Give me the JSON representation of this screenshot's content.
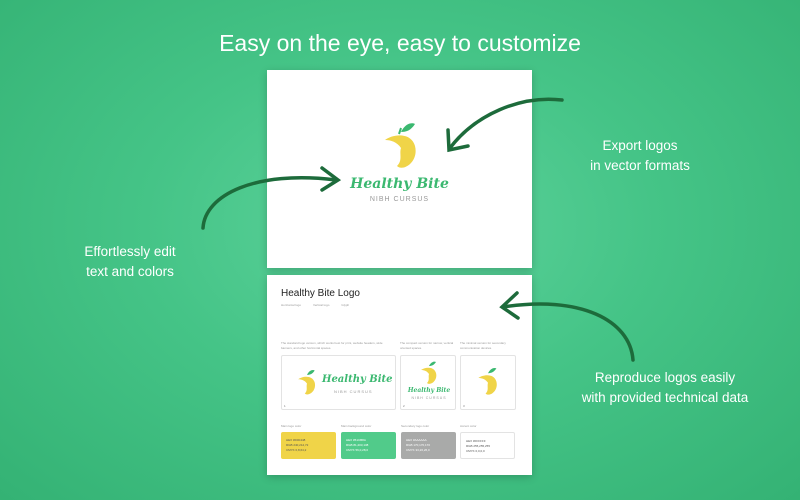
{
  "headline": "Easy on the eye, easy to customize",
  "notes": {
    "export": [
      "Export logos",
      "in vector formats"
    ],
    "edit": [
      "Effortlessly edit",
      "text and colors"
    ],
    "reproduce": [
      "Reproduce logos easily",
      "with provided technical data"
    ]
  },
  "logo": {
    "name": "Healthy Bite",
    "tagline": "NIBH CURSUS"
  },
  "doc": {
    "title": "Healthy Bite Logo",
    "nav": [
      "Horizontal logo",
      "Vertical logo",
      "Glyph"
    ],
    "descriptions": [
      "The standard logo version, which works best for print, website headers, wide banners, and other horizontal spaces.",
      "The compact version for narrow, vertical oriented spaces.",
      "The minimal version for secondary communication devices."
    ],
    "numbers": [
      "1",
      "2",
      "3"
    ],
    "swatches": [
      {
        "label": "Main logo color",
        "hex": "HEX #F0D448",
        "rgb": "RGB 240,212,72",
        "cmyk": "CMYK 0,8,64,2",
        "color": "#f0d448"
      },
      {
        "label": "Main background color",
        "hex": "HEX #51CB8A",
        "rgb": "RGB 81,203,138",
        "cmyk": "CMYK 56,0,28,0",
        "color": "#51cb8a"
      },
      {
        "label": "Secondary logo color",
        "hex": "HEX #AAAAAA",
        "rgb": "RGB 170,170,170",
        "cmyk": "CMYK 33,26,26,0",
        "color": "#a9aaa9"
      },
      {
        "label": "Accent color",
        "hex": "HEX #FFFFFF",
        "rgb": "RGB 255,255,255",
        "cmyk": "CMYK 0,0,0,0",
        "color": "#ffffff"
      }
    ]
  }
}
